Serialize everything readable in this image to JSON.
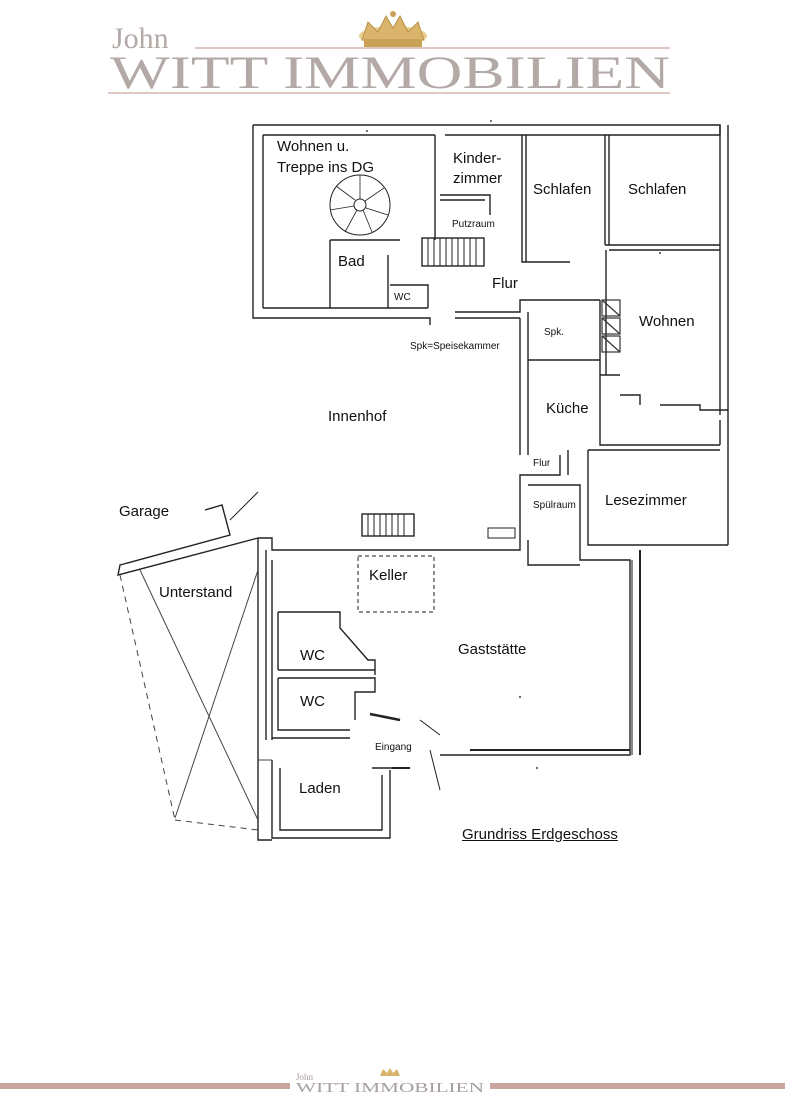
{
  "brand": {
    "small": "John",
    "name": "WITT IMMOBILIEN",
    "footer_small": "John",
    "footer_name": "WITT IMMOBILIEN",
    "accent_color": "#c9a79e",
    "gold_color": "#d9b46a"
  },
  "rooms": {
    "wohnen_treppe_1": "Wohnen u.",
    "wohnen_treppe_2": "Treppe ins DG",
    "kinderzimmer_1": "Kinder-",
    "kinderzimmer_2": "zimmer",
    "putzraum": "Putzraum",
    "schlafen_1": "Schlafen",
    "schlafen_2": "Schlafen",
    "bad": "Bad",
    "wc_top": "WC",
    "flur_top": "Flur",
    "wohnen": "Wohnen",
    "spk": "Spk.",
    "spk_legend": "Spk=Speisekammer",
    "innenhof": "Innenhof",
    "kueche": "Küche",
    "flur_mid": "Flur",
    "garage": "Garage",
    "spuelraum": "Spülraum",
    "lesezimmer": "Lesezimmer",
    "keller": "Keller",
    "unterstand": "Unterstand",
    "gaststaette": "Gaststätte",
    "wc_1": "WC",
    "wc_2": "WC",
    "eingang": "Eingang",
    "laden": "Laden"
  },
  "plan_title": "Grundriss Erdgeschoss"
}
